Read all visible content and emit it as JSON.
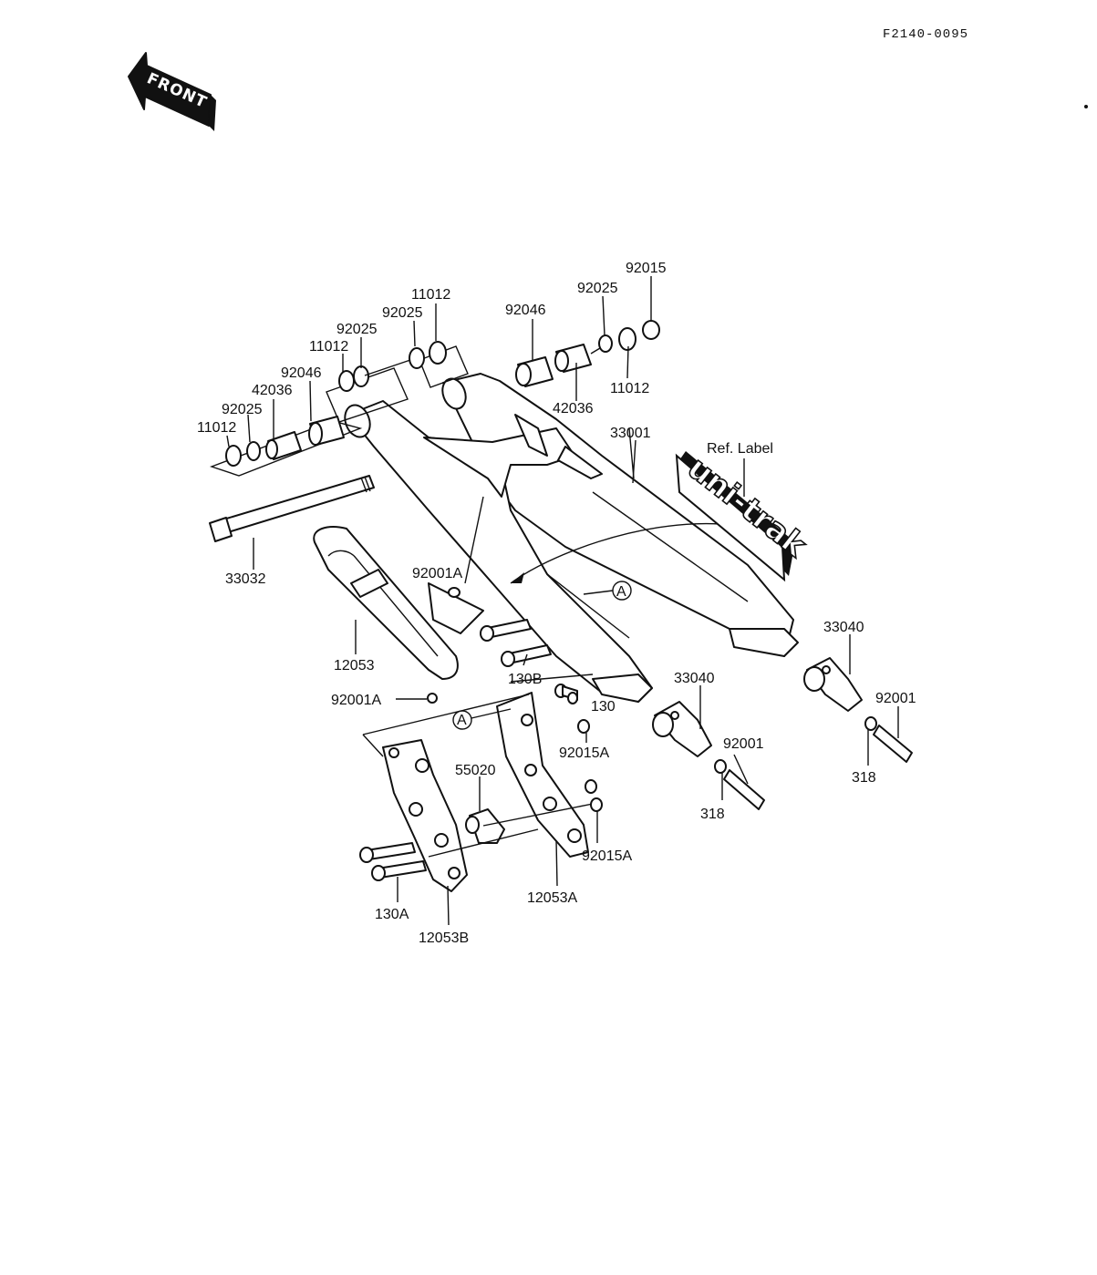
{
  "figure_code": "F2140-0095",
  "front_arrow": {
    "label": "FRONT",
    "icon": "front-arrow-icon"
  },
  "ref_label": {
    "caption": "Ref. Label",
    "brand_text": "uni-trak"
  },
  "callout_marker": "A",
  "part_labels": {
    "p92015_top": "92015",
    "p92025_right": "92025",
    "p11012_topmid": "11012",
    "p92046_mid": "92046",
    "p92025_mid": "92025",
    "p92025_left2": "92025",
    "p11012_left2": "11012",
    "p92046_left": "92046",
    "p42036_left": "42036",
    "p92025_left": "92025",
    "p11012_left": "11012",
    "p11012_right": "11012",
    "p42036_right": "42036",
    "p33001": "33001",
    "p33032": "33032",
    "p92001A_top": "92001A",
    "p12053": "12053",
    "p130B": "130B",
    "p92001A_bottom": "92001A",
    "p130": "130",
    "p33040_mid": "33040",
    "p33040_right": "33040",
    "p92001_mid": "92001",
    "p92001_right": "92001",
    "p92015A_top": "92015A",
    "p55020": "55020",
    "p92015A_bottom": "92015A",
    "p318_mid": "318",
    "p318_right": "318",
    "p12053A": "12053A",
    "p130A": "130A",
    "p12053B": "12053B"
  }
}
